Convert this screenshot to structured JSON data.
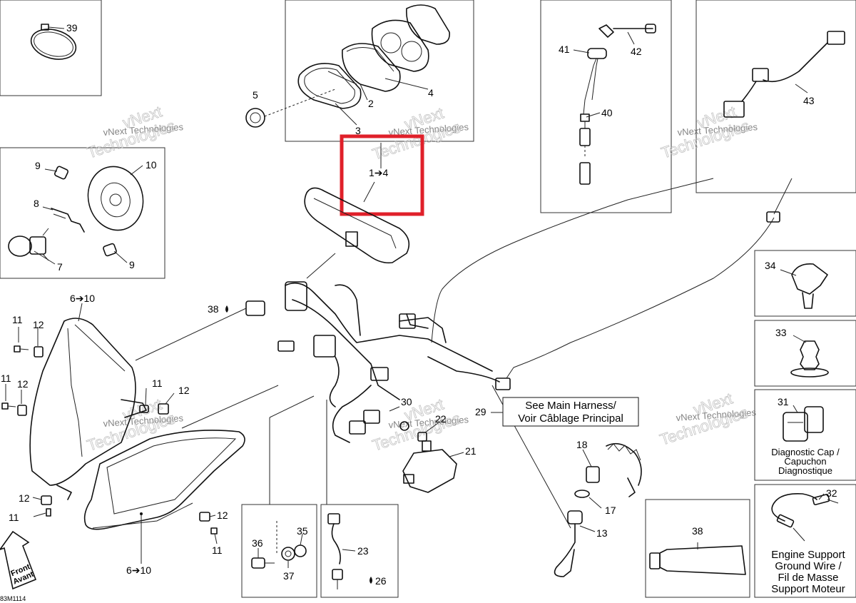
{
  "callouts": {
    "p39": "39",
    "p5": "5",
    "p2": "2",
    "p4": "4",
    "p3": "3",
    "p41": "41",
    "p42": "42",
    "p40": "40",
    "p43": "43",
    "p9a": "9",
    "p10": "10",
    "p8": "8",
    "p7": "7",
    "p9b": "9",
    "p1to4": "1➔4",
    "p6to10a": "6➔10",
    "p38a": "38",
    "p11a": "11",
    "p12a": "12",
    "p11b": "11",
    "p12b": "12",
    "p11c": "11",
    "p12c": "12",
    "p12d": "12",
    "p11d": "11",
    "p12e": "12",
    "p11e": "11",
    "p6to10b": "6➔10",
    "p30": "30",
    "p22": "22",
    "p21": "21",
    "p29": "29",
    "p18": "18",
    "p17": "17",
    "p13": "13",
    "p36": "36",
    "p35": "35",
    "p37": "37",
    "p23": "23",
    "p26": "26",
    "p34": "34",
    "p33": "33",
    "p31": "31",
    "p38b": "38",
    "p32": "32"
  },
  "notes": {
    "see_harness_line1": "See Main Harness/",
    "see_harness_line2": "Voir Câblage Principal",
    "diag_cap_1": "Diagnostic Cap /",
    "diag_cap_2": "Capuchon",
    "diag_cap_3": "Diagnostique",
    "engine_1": "Engine Support",
    "engine_2": "Ground Wire /",
    "engine_3": "Fil de Masse",
    "engine_4": "Support Moteur",
    "front_1": "Front",
    "front_2": "Avant",
    "figure_code": "83M1114"
  },
  "watermark": {
    "line1": "vNext Technologies",
    "big1": "vNext",
    "big2": "Technologies"
  },
  "colors": {
    "highlight": "#e0202a",
    "line": "#111111",
    "watermark": "#bbbbbb"
  }
}
